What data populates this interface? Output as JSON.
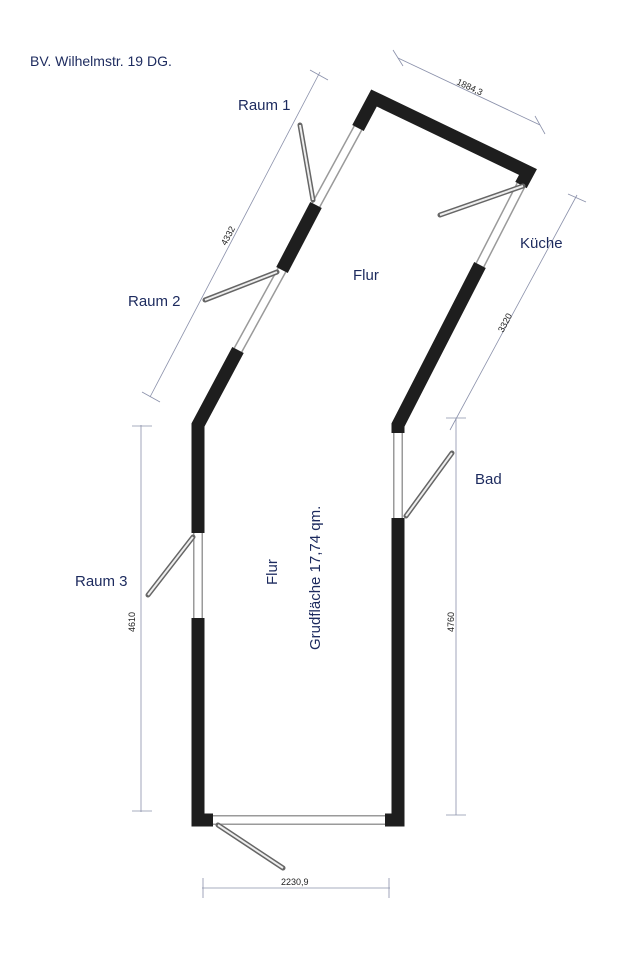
{
  "title": "BV. Wilhelmstr. 19 DG.",
  "rooms": {
    "raum1": "Raum 1",
    "raum2": "Raum 2",
    "raum3": "Raum 3",
    "kueche": "Küche",
    "bad": "Bad",
    "flur_top": "Flur",
    "flur_bottom": "Flur"
  },
  "area_label": "Grudfläche 17,74 qm.",
  "dimensions": {
    "top": "1884,3",
    "left_diagonal": "4332",
    "right_diagonal": "3320",
    "left_vertical": "4610",
    "right_vertical": "4760",
    "bottom": "2230,9"
  }
}
